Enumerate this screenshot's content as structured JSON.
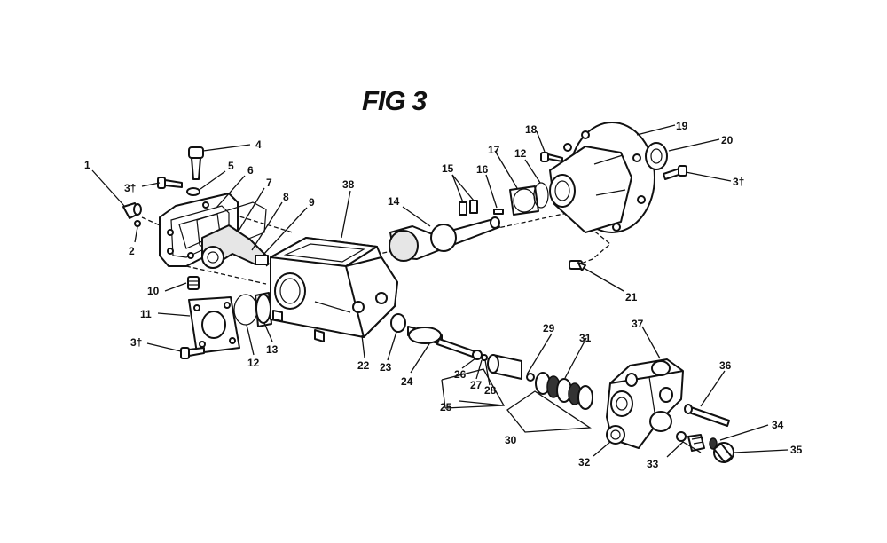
{
  "figure": {
    "title": "FIG 3"
  },
  "callouts": [
    {
      "id": "c1",
      "text": "1"
    },
    {
      "id": "c2",
      "text": "2"
    },
    {
      "id": "c3a",
      "text": "3†"
    },
    {
      "id": "c4",
      "text": "4"
    },
    {
      "id": "c5",
      "text": "5"
    },
    {
      "id": "c6",
      "text": "6"
    },
    {
      "id": "c7",
      "text": "7"
    },
    {
      "id": "c8",
      "text": "8"
    },
    {
      "id": "c9",
      "text": "9"
    },
    {
      "id": "c10",
      "text": "10"
    },
    {
      "id": "c11",
      "text": "11"
    },
    {
      "id": "c3b",
      "text": "3†"
    },
    {
      "id": "c12a",
      "text": "12"
    },
    {
      "id": "c13",
      "text": "13"
    },
    {
      "id": "c14",
      "text": "14"
    },
    {
      "id": "c15",
      "text": "15"
    },
    {
      "id": "c16",
      "text": "16"
    },
    {
      "id": "c17",
      "text": "17"
    },
    {
      "id": "c12b",
      "text": "12"
    },
    {
      "id": "c18",
      "text": "18"
    },
    {
      "id": "c19",
      "text": "19"
    },
    {
      "id": "c20",
      "text": "20"
    },
    {
      "id": "c3c",
      "text": "3†"
    },
    {
      "id": "c21",
      "text": "21"
    },
    {
      "id": "c38",
      "text": "38"
    },
    {
      "id": "c22",
      "text": "22"
    },
    {
      "id": "c23",
      "text": "23"
    },
    {
      "id": "c24",
      "text": "24"
    },
    {
      "id": "c25",
      "text": "25"
    },
    {
      "id": "c26",
      "text": "26"
    },
    {
      "id": "c27",
      "text": "27"
    },
    {
      "id": "c28",
      "text": "28"
    },
    {
      "id": "c29",
      "text": "29"
    },
    {
      "id": "c30",
      "text": "30"
    },
    {
      "id": "c31",
      "text": "31"
    },
    {
      "id": "c32",
      "text": "32"
    },
    {
      "id": "c33",
      "text": "33"
    },
    {
      "id": "c34",
      "text": "34"
    },
    {
      "id": "c35",
      "text": "35"
    },
    {
      "id": "c36",
      "text": "36"
    },
    {
      "id": "c37",
      "text": "37"
    }
  ]
}
